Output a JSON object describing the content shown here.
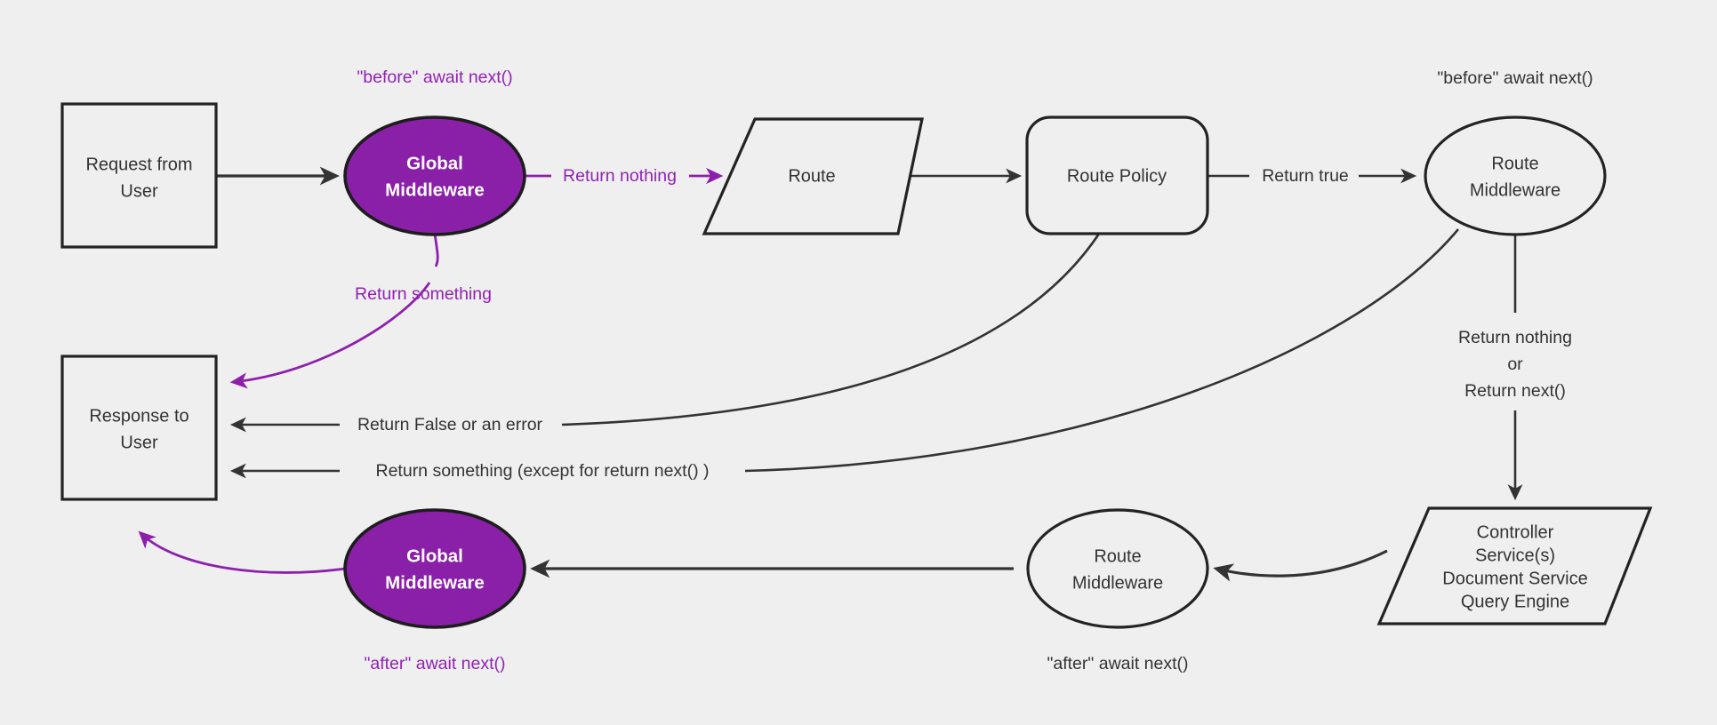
{
  "diagram": {
    "title": "Middleware request lifecycle flowchart",
    "background_color": "#efefef",
    "accent_color": "#8e1fad",
    "line_color": "#333333",
    "nodes": {
      "request": {
        "line1": "Request from",
        "line2": "User"
      },
      "global_middleware_before": {
        "line1": "Global",
        "line2": "Middleware"
      },
      "route": {
        "label": "Route"
      },
      "route_policy": {
        "label": "Route Policy"
      },
      "route_middleware_before": {
        "line1": "Route",
        "line2": "Middleware"
      },
      "controller": {
        "line1": "Controller",
        "line2": "Service(s)",
        "line3": "Document Service",
        "line4": "Query Engine"
      },
      "route_middleware_after": {
        "line1": "Route",
        "line2": "Middleware"
      },
      "global_middleware_after": {
        "line1": "Global",
        "line2": "Middleware"
      },
      "response": {
        "line1": "Response to",
        "line2": "User"
      }
    },
    "annotations": {
      "before_global": "\"before\" await next()",
      "before_route_mw": "\"before\" await next()",
      "after_global": "\"after\" await next()",
      "after_route_mw": "\"after\" await next()"
    },
    "edge_labels": {
      "return_nothing": "Return nothing",
      "return_something": "Return something",
      "return_true": "Return true",
      "return_nothing_or_next_line1": "Return nothing",
      "return_nothing_or_next_line2": "or",
      "return_nothing_or_next_line3": "Return next()",
      "return_false_or_error": "Return False or an error",
      "return_something_except_next": "Return something (except for return next() )"
    }
  }
}
